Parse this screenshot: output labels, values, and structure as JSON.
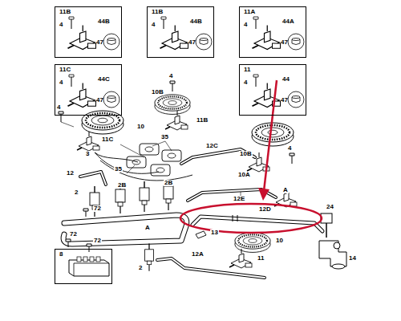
{
  "diagram": {
    "nodes": [
      {
        "text": [
          "11B",
          "4",
          "44B",
          "47"
        ]
      },
      {
        "text": [
          "11B",
          "4",
          "44B",
          "47"
        ]
      },
      {
        "text": [
          "11A",
          "4",
          "44A",
          "47"
        ]
      },
      {
        "text": [
          "11C",
          "4",
          "44C",
          "47"
        ]
      },
      {
        "text": [
          "11",
          "4",
          "44",
          "47"
        ]
      },
      {
        "text": [
          "8"
        ]
      }
    ],
    "labels": [
      "4",
      "10B",
      "4",
      "11B",
      "10",
      "11C",
      "35",
      "3",
      "12C",
      "10B",
      "4",
      "35",
      "12",
      "10A",
      "12E",
      "A",
      "2",
      "72",
      "2B",
      "2B",
      "12D",
      "24",
      "A",
      "72",
      "72",
      "13",
      "10",
      "14",
      "12A",
      "11",
      "2"
    ]
  }
}
